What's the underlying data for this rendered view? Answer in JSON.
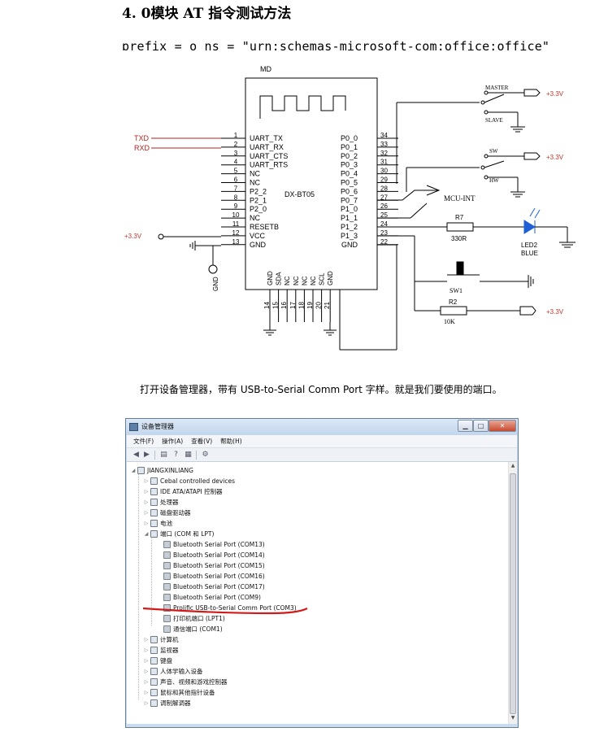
{
  "heading": "4. 0模块 AT 指令测试方法",
  "code_line": "prefix = o ns = \"urn:schemas-microsoft-com:office:office\"",
  "schematic": {
    "chip_label": "MD",
    "module_name": "DX-BT05",
    "signal_txd": "TXD",
    "signal_rxd": "RXD",
    "vcc_left": "+3.3V",
    "gnd_left": "GND",
    "left_pins": [
      {
        "num": "1",
        "name": "UART_TX"
      },
      {
        "num": "2",
        "name": "UART_RX"
      },
      {
        "num": "3",
        "name": "UART_CTS"
      },
      {
        "num": "4",
        "name": "UART_RTS"
      },
      {
        "num": "5",
        "name": "NC"
      },
      {
        "num": "6",
        "name": "NC"
      },
      {
        "num": "7",
        "name": "P2_2"
      },
      {
        "num": "8",
        "name": "P2_1"
      },
      {
        "num": "9",
        "name": "P2_0"
      },
      {
        "num": "10",
        "name": "NC"
      },
      {
        "num": "11",
        "name": "RESETB"
      },
      {
        "num": "12",
        "name": "VCC"
      },
      {
        "num": "13",
        "name": "GND"
      }
    ],
    "right_pins": [
      {
        "num": "34",
        "name": "P0_0"
      },
      {
        "num": "33",
        "name": "P0_1"
      },
      {
        "num": "32",
        "name": "P0_2"
      },
      {
        "num": "31",
        "name": "P0_3"
      },
      {
        "num": "30",
        "name": "P0_4"
      },
      {
        "num": "29",
        "name": "P0_5"
      },
      {
        "num": "28",
        "name": "P0_6"
      },
      {
        "num": "27",
        "name": "P0_7"
      },
      {
        "num": "26",
        "name": "P1_0"
      },
      {
        "num": "25",
        "name": "P1_1"
      },
      {
        "num": "24",
        "name": "P1_2"
      },
      {
        "num": "23",
        "name": "P1_3"
      },
      {
        "num": "22",
        "name": "GND"
      }
    ],
    "bottom_pins": [
      {
        "num": "14",
        "name": "GND"
      },
      {
        "num": "15",
        "name": "SDA"
      },
      {
        "num": "16",
        "name": "NC"
      },
      {
        "num": "17",
        "name": "NC"
      },
      {
        "num": "18",
        "name": "NC"
      },
      {
        "num": "19",
        "name": "NC"
      },
      {
        "num": "20",
        "name": "SCL"
      },
      {
        "num": "21",
        "name": "GND"
      }
    ],
    "master_label": "MASTER",
    "slave_label": "SLAVE",
    "sw_label": "SW",
    "hw_label": "HW",
    "vcc_master": "+3.3V",
    "vcc_sw": "+3.3V",
    "vcc_r2": "+3.3V",
    "mcu_int": "MCU-INT",
    "r7_name": "R7",
    "r7_value": "330R",
    "led_name": "LED2",
    "led_color": "BLUE",
    "sw1_name": "SW1",
    "r2_name": "R2",
    "r2_value": "10K"
  },
  "caption": "打开设备管理器，带有 USB-to-Serial Comm Port  字样。就是我们要使用的端口。",
  "window": {
    "title": "设备管理器",
    "menu": [
      "文件(F)",
      "操作(A)",
      "查看(V)",
      "帮助(H)"
    ],
    "controls": {
      "minimize": "▁",
      "maximize": "□",
      "close": "✕"
    },
    "root": "JIANGXINLIANG",
    "categories_top": [
      "Cebal controlled devices",
      "IDE ATA/ATAPI 控制器",
      "处理器",
      "磁盘驱动器",
      "电池"
    ],
    "ports_category": "端口 (COM 和 LPT)",
    "ports": [
      "Bluetooth Serial Port (COM13)",
      "Bluetooth Serial Port (COM14)",
      "Bluetooth Serial Port (COM15)",
      "Bluetooth Serial Port (COM16)",
      "Bluetooth Serial Port (COM17)",
      "Bluetooth Serial Port (COM9)",
      "Prolific USB-to-Serial Comm Port (COM3)",
      "打印机端口 (LPT1)",
      "通信端口 (COM1)"
    ],
    "categories_bottom": [
      "计算机",
      "监视器",
      "键盘",
      "人体学输入设备",
      "声音、视频和游戏控制器",
      "鼠标和其他指针设备",
      "调制解调器"
    ]
  },
  "colors": {
    "signal_red": "#b22222",
    "vcc_red": "#c0392b",
    "led_blue": "#1e5fd6",
    "underline_red": "#d11a1a"
  }
}
